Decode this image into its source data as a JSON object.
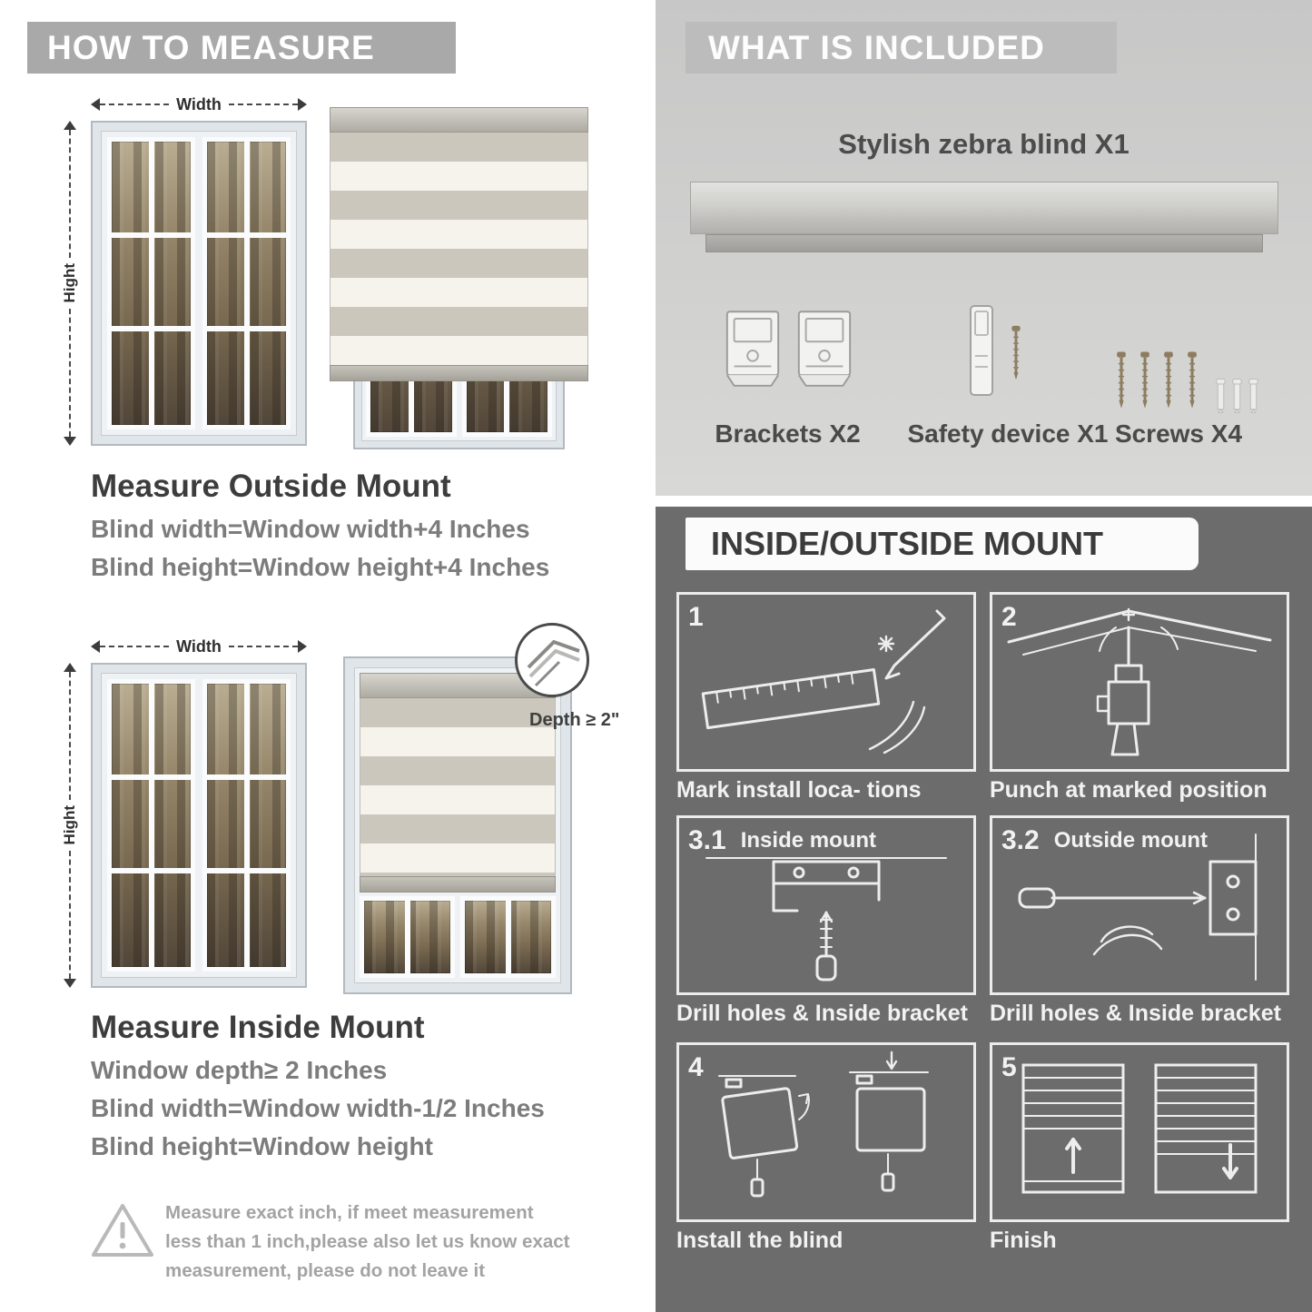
{
  "left": {
    "header": "HOW TO MEASURE",
    "labels": {
      "width": "Width",
      "height": "Hight",
      "depth": "Depth ≥ 2\""
    },
    "outside": {
      "title": "Measure Outside Mount",
      "line1": "Blind width=Window width+4 Inches",
      "line2": "Blind height=Window height+4 Inches"
    },
    "inside": {
      "title": "Measure Inside Mount",
      "line1": "Window depth≥ 2 Inches",
      "line2": "Blind width=Window width-1/2 Inches",
      "line3": "Blind height=Window height"
    },
    "warning": "Measure exact inch, if meet measurement less than 1 inch,please also let us know exact measurement, please do not leave it"
  },
  "right": {
    "included": {
      "header": "WHAT IS INCLUDED",
      "blind_label": "Stylish zebra blind X1",
      "brackets_label": "Brackets X2",
      "safety_label": "Safety device X1",
      "screws_label": "Screws X4"
    },
    "mount": {
      "header": "INSIDE/OUTSIDE MOUNT",
      "steps": [
        {
          "num": "1",
          "title": "",
          "caption": "Mark install loca- tions"
        },
        {
          "num": "2",
          "title": "",
          "caption": "Punch at marked position"
        },
        {
          "num": "3.1",
          "title": "Inside mount",
          "caption": "Drill holes & Inside bracket"
        },
        {
          "num": "3.2",
          "title": "Outside mount",
          "caption": "Drill holes & Inside bracket"
        },
        {
          "num": "4",
          "title": "",
          "caption": "Install the blind"
        },
        {
          "num": "5",
          "title": "",
          "caption": "Finish"
        }
      ]
    }
  },
  "icons": {
    "warning": "warning-triangle-icon",
    "brackets": "mounting-bracket-icon",
    "safety": "safety-device-icon",
    "screws": "screw-icon",
    "anchors": "wall-anchor-icon"
  },
  "colors": {
    "header_gray": "#a9a9a9",
    "included_bg": "#cfcfcd",
    "mount_bg": "#6c6c6c",
    "text_dark": "#3d3d3d",
    "text_gray": "#7c7c7c"
  }
}
